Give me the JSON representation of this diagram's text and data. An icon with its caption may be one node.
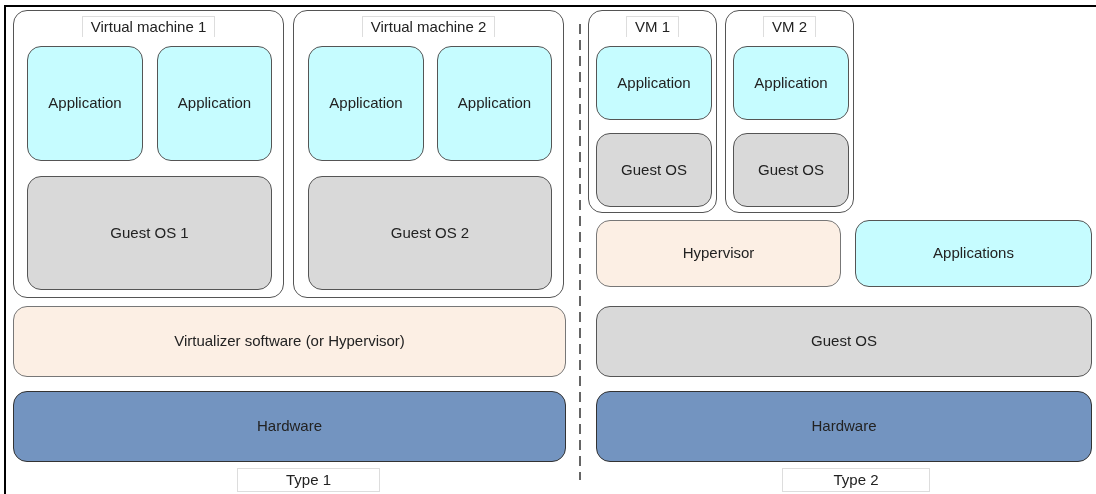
{
  "diagram": {
    "nodes": [
      {
        "text": [
          "Virtual machine 1"
        ]
      },
      {
        "text": [
          "Application"
        ],
        "in": 0
      },
      {
        "text": [
          "Application"
        ],
        "in": 0
      },
      {
        "text": [
          "Guest OS 1"
        ],
        "in": 0
      },
      {
        "text": [
          "Virtual machine 2"
        ]
      },
      {
        "text": [
          "Application"
        ],
        "in": 4
      },
      {
        "text": [
          "Application"
        ],
        "in": 4
      },
      {
        "text": [
          "Guest OS 2"
        ],
        "in": 4
      },
      {
        "text": [
          "Virtualizer software (or Hypervisor)"
        ]
      },
      {
        "text": [
          "Hardware"
        ]
      },
      {
        "text": [
          "VM 1"
        ]
      },
      {
        "text": [
          "Application"
        ],
        "in": 10
      },
      {
        "text": [
          "Guest OS"
        ],
        "in": 10
      },
      {
        "text": [
          "VM 2"
        ]
      },
      {
        "text": [
          "Application"
        ],
        "in": 13
      },
      {
        "text": [
          "Guest OS"
        ],
        "in": 13
      },
      {
        "text": [
          "Hypervisor"
        ]
      },
      {
        "text": [
          "Applications"
        ]
      },
      {
        "text": [
          "Guest OS"
        ]
      },
      {
        "text": [
          "Hardware"
        ]
      }
    ],
    "edges": [],
    "labels": [
      "Type 1",
      "Type 2"
    ]
  }
}
